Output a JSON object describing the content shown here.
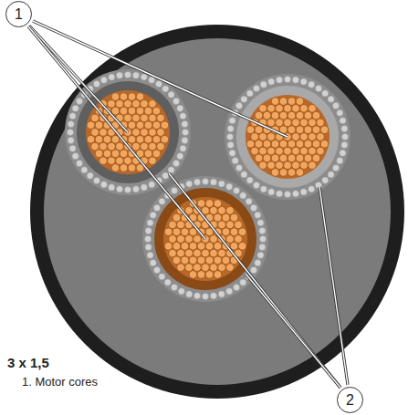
{
  "diagram": {
    "nodes": [
      {
        "text": [
          "1"
        ]
      },
      {
        "text": [
          "2"
        ]
      }
    ],
    "labels": [
      "3 x 1,5",
      "1. Motor cores"
    ]
  }
}
